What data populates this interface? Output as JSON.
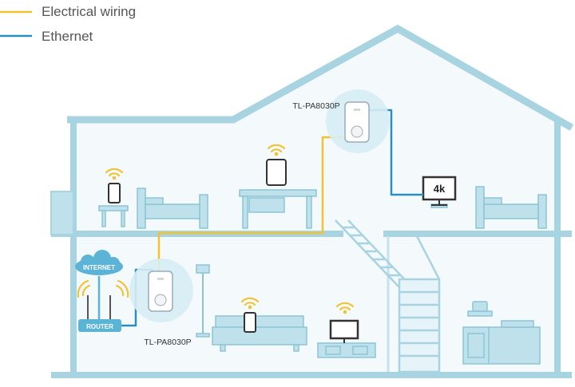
{
  "legend": {
    "electrical_label": "Electrical wiring",
    "ethernet_label": "Ethernet"
  },
  "devices": {
    "adapter_upstairs_label": "TL-PA8030P",
    "adapter_downstairs_label": "TL-PA8030P",
    "internet_label": "INTERNET",
    "router_label": "ROUTER",
    "tv_badge": "4k"
  },
  "colors": {
    "electrical": "#f2c230",
    "ethernet": "#2a8fc0",
    "house_outline": "#a8d3e0",
    "furniture": "#bfe1ec",
    "wifi": "#f2c230"
  }
}
